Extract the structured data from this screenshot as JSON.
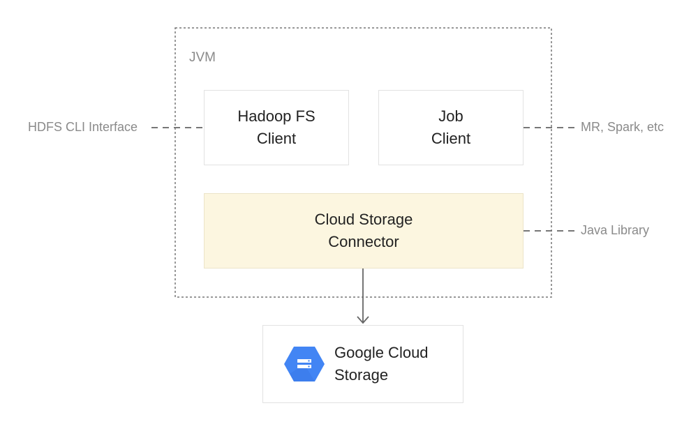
{
  "jvm": {
    "label": "JVM"
  },
  "boxes": {
    "hadoop_fs_client": "Hadoop FS\nClient",
    "job_client": "Job\nClient",
    "cloud_storage_connector": "Cloud Storage\nConnector",
    "google_cloud_storage": "Google Cloud\nStorage"
  },
  "side_labels": {
    "hdfs_cli": "HDFS CLI Interface",
    "mr_spark": "MR, Spark, etc",
    "java_library": "Java Library"
  },
  "icons": {
    "gcs": "google-cloud-storage-icon"
  },
  "colors": {
    "connector_fill": "#fcf6e0",
    "gcs_blue": "#4285f4",
    "line": "#777777",
    "label_gray": "#8a8a8a"
  }
}
